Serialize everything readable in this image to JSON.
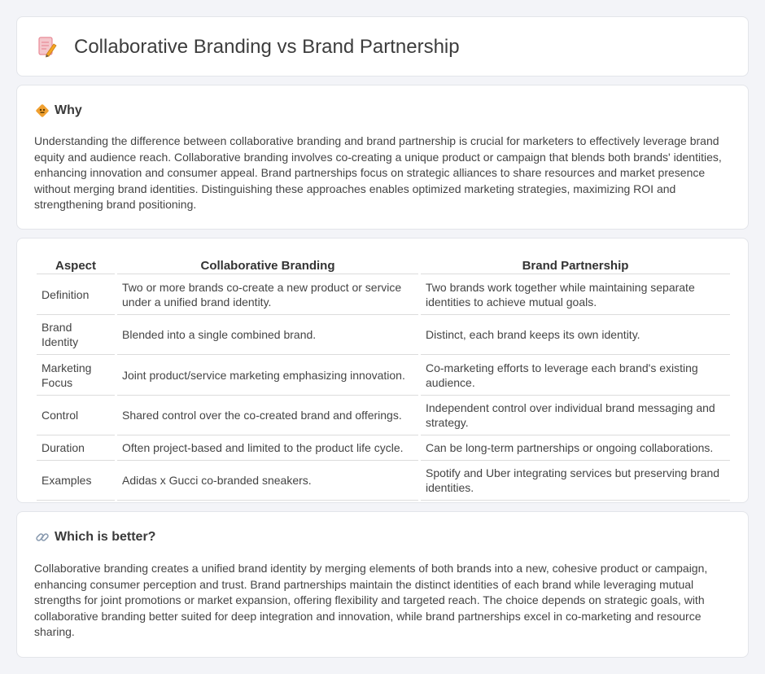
{
  "header": {
    "title": "Collaborative Branding vs Brand Partnership",
    "icon": "document-pencil-icon"
  },
  "why": {
    "heading": "Why",
    "icon": "diamond-warning-icon",
    "text": "Understanding the difference between collaborative branding and brand partnership is crucial for marketers to effectively leverage brand equity and audience reach. Collaborative branding involves co-creating a unique product or campaign that blends both brands' identities, enhancing innovation and consumer appeal. Brand partnerships focus on strategic alliances to share resources and market presence without merging brand identities. Distinguishing these approaches enables optimized marketing strategies, maximizing ROI and strengthening brand positioning."
  },
  "table": {
    "headers": [
      "Aspect",
      "Collaborative Branding",
      "Brand Partnership"
    ],
    "rows": [
      [
        "Definition",
        "Two or more brands co-create a new product or service under a unified brand identity.",
        "Two brands work together while maintaining separate identities to achieve mutual goals."
      ],
      [
        "Brand Identity",
        "Blended into a single combined brand.",
        "Distinct, each brand keeps its own identity."
      ],
      [
        "Marketing Focus",
        "Joint product/service marketing emphasizing innovation.",
        "Co-marketing efforts to leverage each brand's existing audience."
      ],
      [
        "Control",
        "Shared control over the co-created brand and offerings.",
        "Independent control over individual brand messaging and strategy."
      ],
      [
        "Duration",
        "Often project-based and limited to the product life cycle.",
        "Can be long-term partnerships or ongoing collaborations."
      ],
      [
        "Examples",
        "Adidas x Gucci co-branded sneakers.",
        "Spotify and Uber integrating services but preserving brand identities."
      ]
    ]
  },
  "better": {
    "heading": "Which is better?",
    "icon": "link-icon",
    "text": "Collaborative branding creates a unified brand identity by merging elements of both brands into a new, cohesive product or campaign, enhancing consumer perception and trust. Brand partnerships maintain the distinct identities of each brand while leveraging mutual strengths for joint promotions or market expansion, offering flexibility and targeted reach. The choice depends on strategic goals, with collaborative branding better suited for deep integration and innovation, while brand partnerships excel in co-marketing and resource sharing."
  },
  "colors": {
    "background": "#f3f4f8",
    "card": "#ffffff",
    "accent_orange": "#f0a030",
    "icon_pink": "#e96a7a"
  }
}
